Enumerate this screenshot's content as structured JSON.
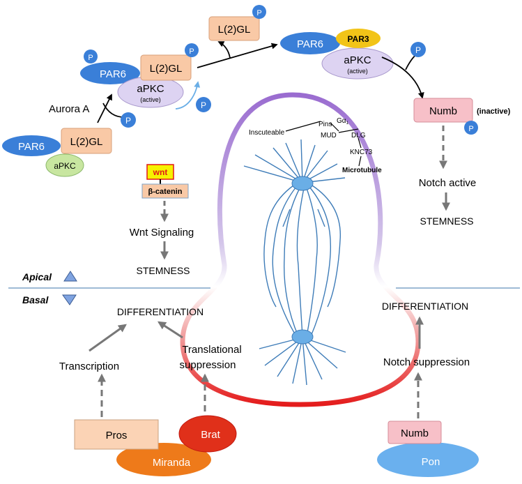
{
  "labels": {
    "p": "P",
    "par6": "PAR6",
    "l2gl": "L(2)GL",
    "apkc": "aPKC",
    "active": "(active)",
    "par3": "PAR3",
    "aurora_a": "Aurora A",
    "numb": "Numb",
    "inactive": "(inactive)",
    "notch_active": "Notch active",
    "stemness": "STEMNESS",
    "wnt": "wnt",
    "beta_catenin": "β-catenin",
    "wnt_signaling": "Wnt Signaling",
    "apical": "Apical",
    "basal": "Basal",
    "differentiation": "DIFFERENTIATION",
    "transcription": "Transcription",
    "translational": "Translational",
    "suppression": "suppression",
    "pros": "Pros",
    "brat": "Brat",
    "miranda": "Miranda",
    "notch_suppression": "Notch suppression",
    "pon": "Pon",
    "inscuteable": "Inscuteable",
    "pins": "Pins",
    "galpha": "Gα",
    "galpha_sub": "1",
    "mud": "MUD",
    "dlg": "DLG",
    "knc73": "KNC73",
    "microtubule": "Microtubule"
  },
  "colors": {
    "p_blue": "#3a7fd8",
    "par6_blue": "#3a7fd8",
    "l2gl_peach": "#f9c9a6",
    "apkc_lavender": "#ddd3f2",
    "apkc_green": "#c8e6a0",
    "par3_yellow": "#f2c418",
    "numb_pink": "#f7c0c8",
    "pon_blue": "#6ab0ee",
    "miranda_orange": "#ee7a1a",
    "brat_red": "#e0301a",
    "pros_peach": "#fbd3b5",
    "wnt_yellow": "#f6f200",
    "wnt_red": "#e01818",
    "arrow_gray": "#777777",
    "divider_blue": "#7fa3c7",
    "cell_purple": "#a77fd0",
    "cell_red": "#e42020",
    "spindle_blue": "#3e7cb8"
  }
}
